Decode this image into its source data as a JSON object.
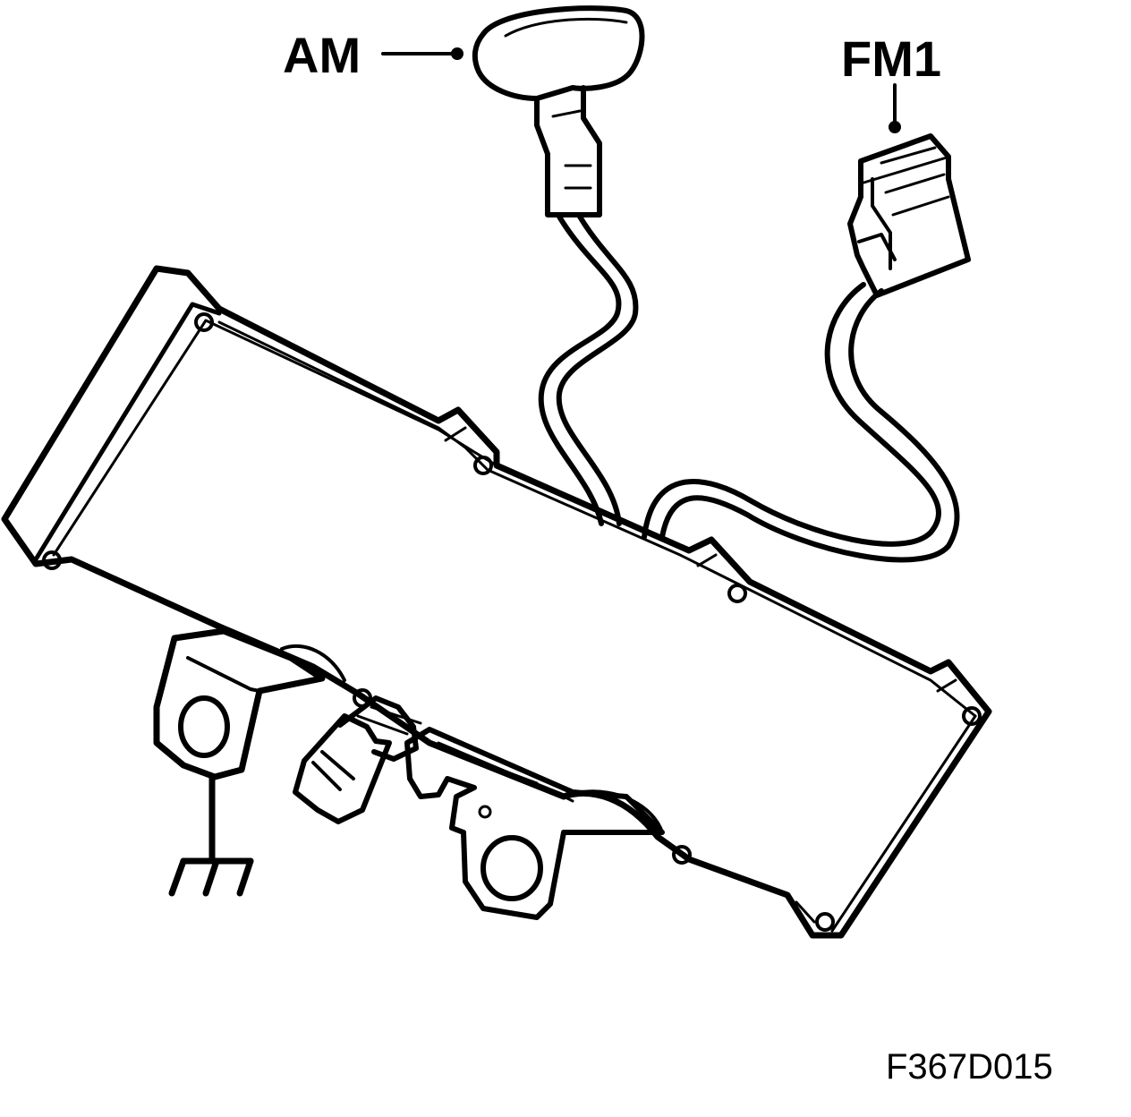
{
  "labels": {
    "am": "AM",
    "fm1": "FM1",
    "figure_id": "F367D015"
  },
  "colors": {
    "stroke": "#000000",
    "background": "#ffffff"
  },
  "icons": {
    "am_connector": "am-antenna-connector-icon",
    "fm1_connector": "fm1-antenna-connector-icon",
    "ground": "ground-symbol-icon"
  }
}
